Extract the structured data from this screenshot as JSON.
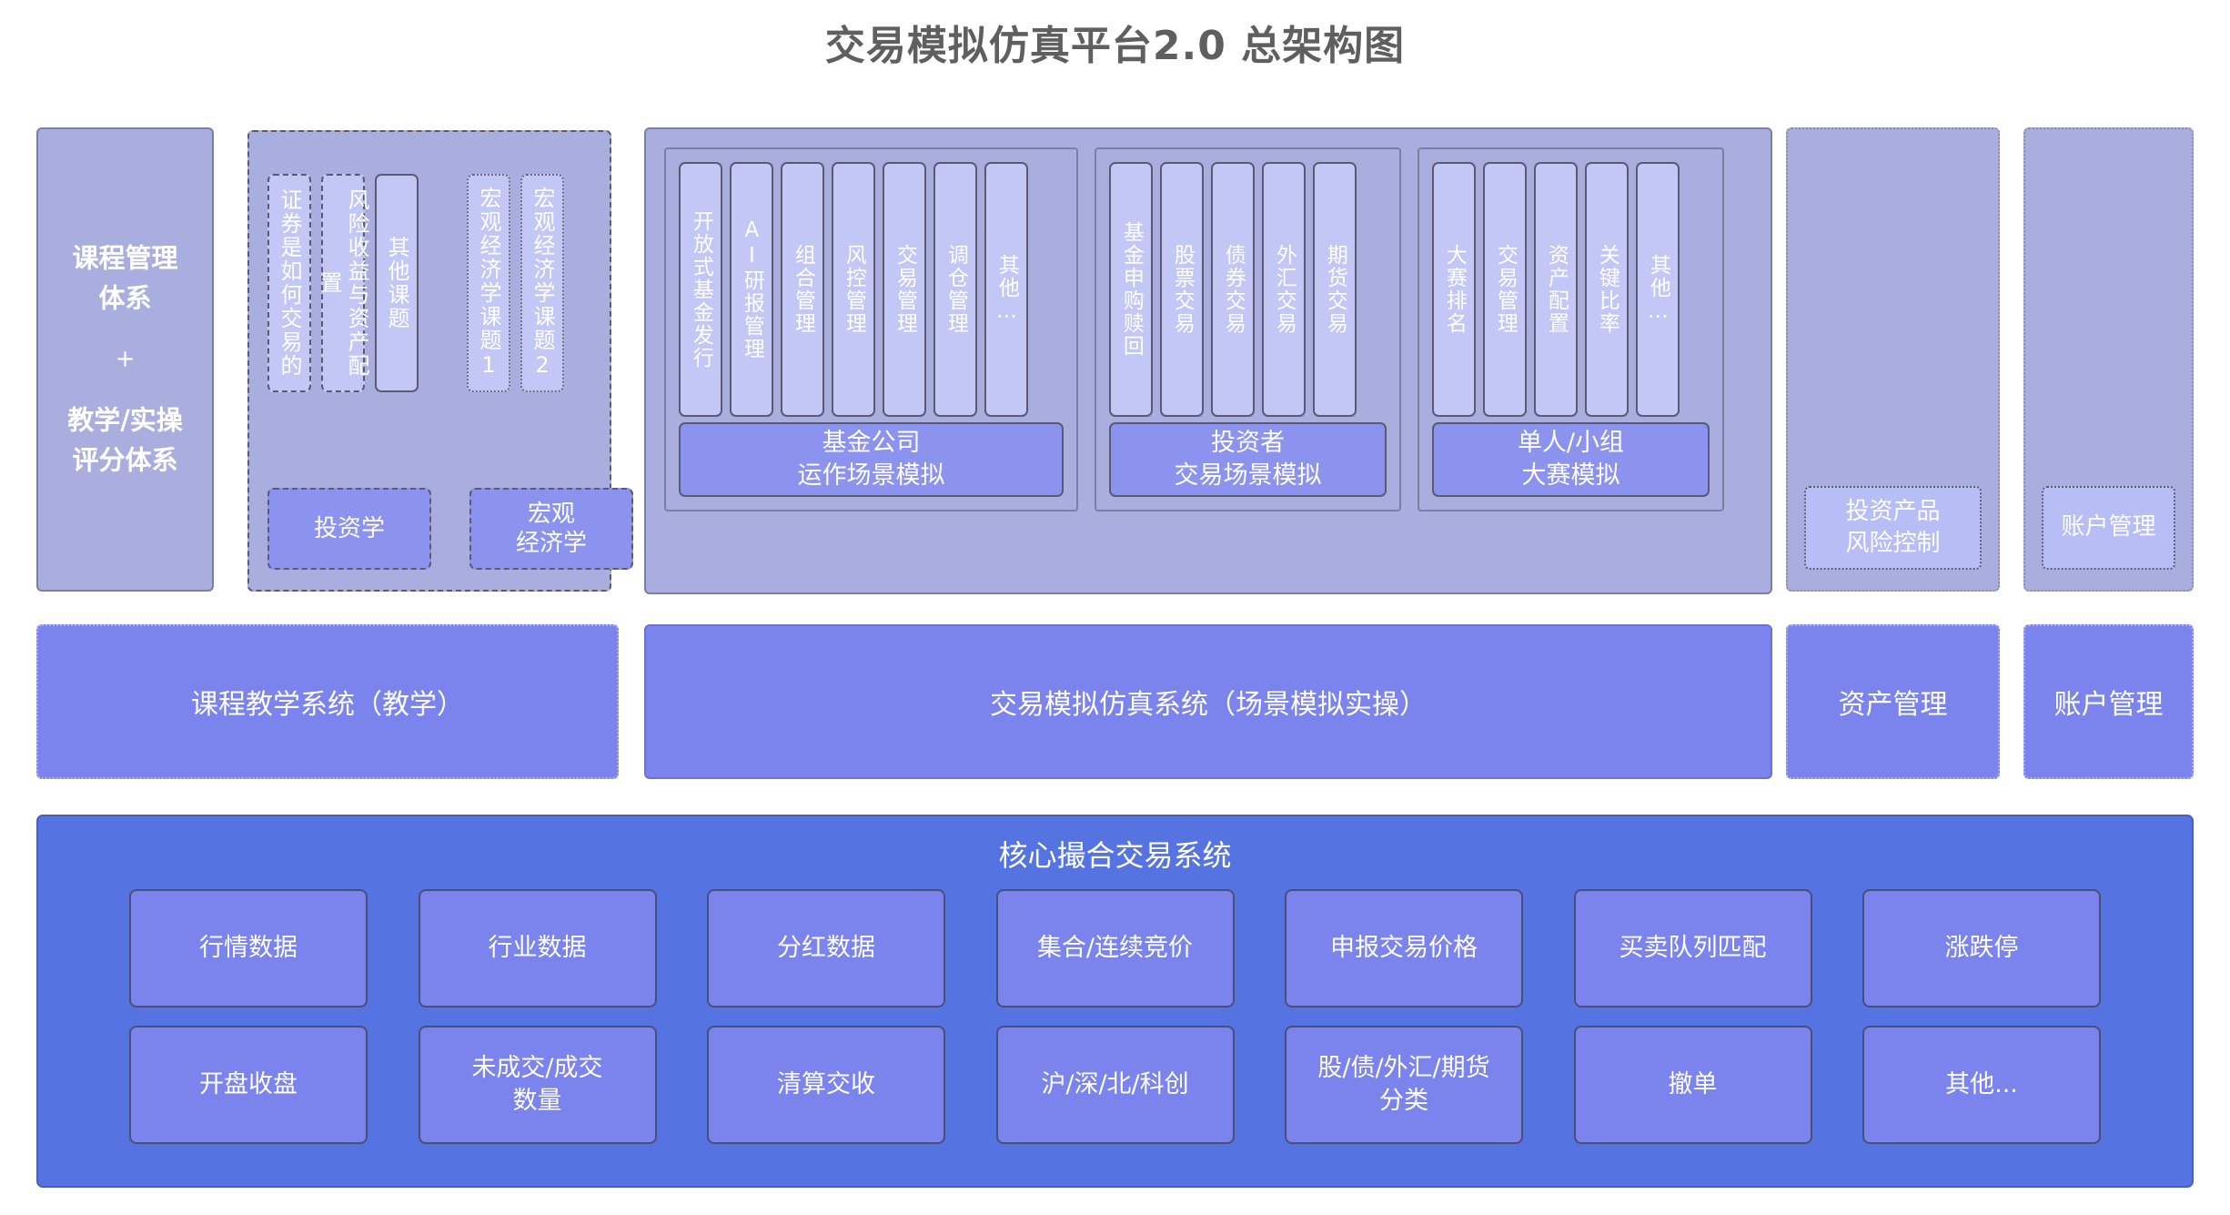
{
  "title": "交易模拟仿真平台2.0 总架构图",
  "left_column": {
    "line1": "课程管理",
    "line2": "体系",
    "plus": "+",
    "line3": "教学/实操",
    "line4": "评分体系"
  },
  "course_group": {
    "chips": [
      "证券是如何交易的",
      "风险收益与资产配置",
      "其他课题",
      "宏观经济学课题1",
      "宏观经济学课题2"
    ],
    "bottom": [
      {
        "line1": "投资学",
        "line2": ""
      },
      {
        "line1": "宏观",
        "line2": "经济学"
      }
    ]
  },
  "sim_panel": {
    "groups": [
      {
        "name": "fund-company",
        "chips": [
          "开放式基金发行",
          "AI研报管理",
          "组合管理",
          "风控管理",
          "交易管理",
          "调仓管理",
          "其他…"
        ],
        "caption_line1": "基金公司",
        "caption_line2": "运作场景模拟"
      },
      {
        "name": "investor",
        "chips": [
          "基金申购赎回",
          "股票交易",
          "债券交易",
          "外汇交易",
          "期货交易"
        ],
        "caption_line1": "投资者",
        "caption_line2": "交易场景模拟"
      },
      {
        "name": "competition",
        "chips": [
          "大赛排名",
          "交易管理",
          "资产配置",
          "关键比率",
          "其他…"
        ],
        "caption_line1": "单人/小组",
        "caption_line2": "大赛模拟"
      }
    ]
  },
  "right_columns": [
    {
      "name": "risk-control",
      "line1": "投资产品",
      "line2": "风险控制"
    },
    {
      "name": "account-management",
      "line1": "账户管理",
      "line2": ""
    }
  ],
  "system_bars": [
    {
      "name": "teaching-system",
      "label": "课程教学系统（教学）"
    },
    {
      "name": "simulation-system",
      "label": "交易模拟仿真系统（场景模拟实操）"
    },
    {
      "name": "asset-management",
      "label": "资产管理"
    },
    {
      "name": "account-management",
      "label": "账户管理"
    }
  ],
  "core": {
    "title": "核心撮合交易系统",
    "row1": [
      "行情数据",
      "行业数据",
      "分红数据",
      "集合/连续竞价",
      "申报交易价格",
      "买卖队列匹配",
      "涨跌停"
    ],
    "row2": [
      "开盘收盘",
      "未成交/成交\n数量",
      "清算交收",
      "沪/深/北/科创",
      "股/债/外汇/期货\n分类",
      "撤单",
      "其他..."
    ]
  },
  "colors": {
    "panel_fill": "#a9aede",
    "card_fill": "#c2c7f5",
    "mid_fill": "#8b93ef",
    "bar_fill": "#7b84ed",
    "core_fill": "#5673e2",
    "title_text": "#5f5f5f"
  }
}
